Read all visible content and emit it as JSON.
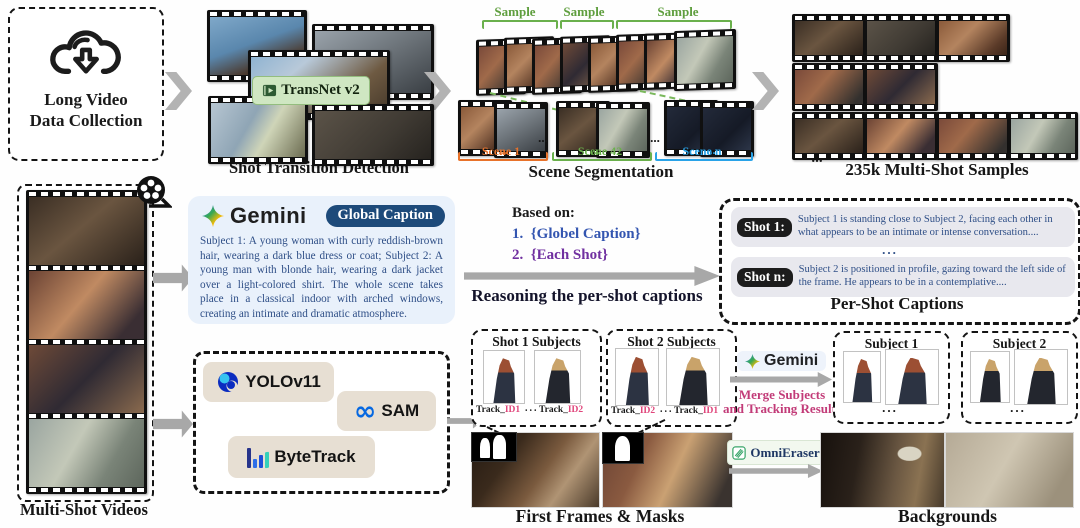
{
  "ui": {
    "ellipsis": "..."
  },
  "colors": {
    "sample_green": "#5f9e3e",
    "scene1_orange": "#e8722a",
    "scene42_green": "#6ab04c",
    "scene_n_blue": "#29a3e8",
    "track_id_pink": "#e0457b",
    "merge_pink": "#c23b78",
    "caption_blue": "#2f4f87",
    "global_caption_bg": "#1d4a7a",
    "each_shot_purple": "#7030a0",
    "globel_caption_blue": "#3355b0",
    "transnet_bg": "#cfe7c2",
    "arrow_gray": "#a8a8a8",
    "tool_pill_bg": "#e7dfd3"
  },
  "top": {
    "collection": {
      "line1": "Long Video",
      "line2": "Data Collection"
    },
    "shot_detection": {
      "tool": "TransNet v2",
      "label": "Shot Transition Detection"
    },
    "scene_segmentation": {
      "label": "Scene Segmentation",
      "sample_labels": [
        "Sample",
        "Sample",
        "Sample"
      ],
      "scenes": [
        {
          "label": "Scene 1"
        },
        {
          "label": "Scene 42"
        },
        {
          "label": "Scene n"
        }
      ]
    },
    "samples": {
      "label": "235k Multi-Shot Samples"
    }
  },
  "middle": {
    "multishot_label": "Multi-Shot Videos",
    "gemini": {
      "brand": "Gemini",
      "badge": "Global Caption",
      "caption": "Subject 1: A young woman with curly reddish-brown hair, wearing a dark blue dress or coat; Subject 2: A young man with blonde hair, wearing a dark jacket over a light-colored shirt. The whole scene takes place in a classical indoor with arched windows, creating an intimate and dramatic atmosphere."
    },
    "based_on": {
      "heading": "Based on:",
      "items": [
        {
          "num": "1.",
          "text": "{Globel Caption}"
        },
        {
          "num": "2.",
          "text": "{Each Shot}"
        }
      ],
      "arrow_caption": "Reasoning the per-shot captions"
    },
    "per_shot": {
      "label": "Per-Shot Captions",
      "rows": [
        {
          "tag": "Shot 1:",
          "text": "Subject 1 is standing close to Subject 2, facing each other in what appears to be an intimate or intense conversation...."
        },
        {
          "tag": "Shot n:",
          "text": "Subject 2 is positioned in profile, gazing toward the left side of the frame. He appears to be in a contemplative...."
        }
      ]
    }
  },
  "bottom": {
    "tools": [
      {
        "name": "YOLOv11"
      },
      {
        "name": "SAM"
      },
      {
        "name": "ByteTrack"
      }
    ],
    "shot_subjects": [
      {
        "title": "Shot 1 Subjects",
        "tracks": [
          {
            "prefix": "Track_",
            "id": "ID1"
          },
          {
            "prefix": "Track_",
            "id": "ID2"
          }
        ]
      },
      {
        "title": "Shot 2 Subjects",
        "tracks": [
          {
            "prefix": "Track_",
            "id": "ID2"
          },
          {
            "prefix": "Track_",
            "id": "ID1"
          }
        ]
      }
    ],
    "merge": {
      "brand": "Gemini",
      "line1": "Merge Subjects",
      "line2": "and Tracking Results"
    },
    "subjects": [
      {
        "title": "Subject 1"
      },
      {
        "title": "Subject 2"
      }
    ],
    "first_frames_label": "First Frames & Masks",
    "omnieraser_label": "OmniEraser",
    "backgrounds_label": "Backgrounds"
  }
}
